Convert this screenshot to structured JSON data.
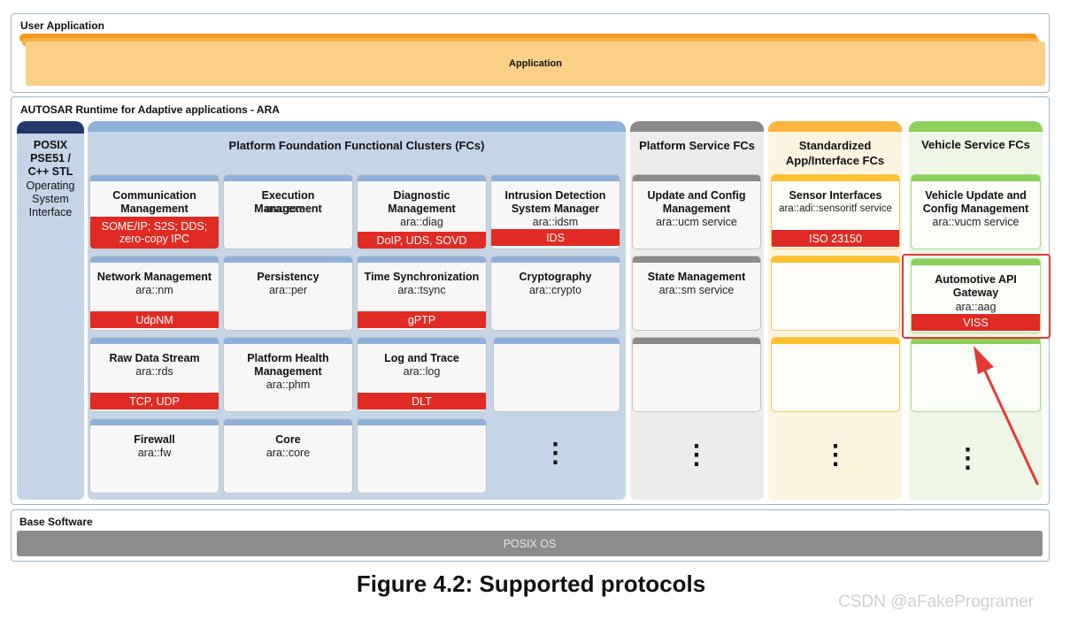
{
  "layers": {
    "user_application": "User Application",
    "application": "Application",
    "ara": "AUTOSAR Runtime for Adaptive applications - ARA",
    "base_software": "Base Software",
    "posix_os": "POSIX OS"
  },
  "posix": {
    "title": "POSIX PSE51 / C++ STL",
    "sub": "Operating System Interface"
  },
  "columns": {
    "foundation": "Platform Foundation Functional Clusters (FCs)",
    "service": "Platform Service FCs",
    "standardized": "Standardized App/Interface FCs",
    "vehicle": "Vehicle Service FCs"
  },
  "foundation_fcs": [
    {
      "title": "Communication Management",
      "sub": "",
      "proto": "SOME/IP; S2S; DDS; zero-copy IPC"
    },
    {
      "title": "Execution Management",
      "sub": "ara::exec",
      "proto": ""
    },
    {
      "title": "Diagnostic Management",
      "sub": "ara::diag",
      "proto": "DoIP, UDS, SOVD"
    },
    {
      "title": "Intrusion Detection System Manager",
      "sub": "ara::idsm",
      "proto": "IDS"
    },
    {
      "title": "Network Management",
      "sub": "ara::nm",
      "proto": "UdpNM"
    },
    {
      "title": "Persistency",
      "sub": "ara::per",
      "proto": ""
    },
    {
      "title": "Time Synchronization",
      "sub": "ara::tsync",
      "proto": "gPTP"
    },
    {
      "title": "Cryptography",
      "sub": "ara::crypto",
      "proto": ""
    },
    {
      "title": "Raw Data Stream",
      "sub": "ara::rds",
      "proto": "TCP, UDP"
    },
    {
      "title": "Platform Health Management",
      "sub": "ara::phm",
      "proto": ""
    },
    {
      "title": "Log and Trace",
      "sub": "ara::log",
      "proto": "DLT"
    },
    {
      "title": "",
      "sub": "",
      "proto": ""
    },
    {
      "title": "Firewall",
      "sub": "ara::fw",
      "proto": ""
    },
    {
      "title": "Core",
      "sub": "ara::core",
      "proto": ""
    },
    {
      "title": "",
      "sub": "",
      "proto": ""
    }
  ],
  "service_fcs": [
    {
      "title": "Update and Config Management",
      "sub": "ara::ucm service"
    },
    {
      "title": "State Management",
      "sub": "ara::sm service"
    },
    {
      "title": "",
      "sub": ""
    }
  ],
  "standardized_fcs": [
    {
      "title": "Sensor Interfaces",
      "sub": "ara::adi::sensoritf service",
      "proto": "ISO 23150"
    },
    {
      "title": "",
      "sub": "",
      "proto": ""
    },
    {
      "title": "",
      "sub": "",
      "proto": ""
    }
  ],
  "vehicle_fcs": [
    {
      "title": "Vehicle Update and Config Management",
      "sub": "ara::vucm service",
      "proto": ""
    },
    {
      "title": "Automotive API Gateway",
      "sub": "ara::aag",
      "proto": "VISS"
    },
    {
      "title": "",
      "sub": "",
      "proto": ""
    }
  ],
  "more_marker": "⋮",
  "caption": "Figure 4.2: Supported protocols",
  "watermark": "CSDN @aFakeProgramer",
  "colors": {
    "foundation_bg": "#c5d5e8",
    "foundation_head": "#8fb0d8",
    "service_bg": "#ececec",
    "service_head": "#8a8a8a",
    "standardized_bg": "#fdf4e0",
    "standardized_head": "#fbb53c",
    "vehicle_bg": "#eef6e6",
    "vehicle_head": "#8ccf5a",
    "posix_head": "#213a6b",
    "protocol_red": "#e02b25",
    "highlight": "#e53935",
    "app_orange": "#fdd08a",
    "base_bar": "#8c8c8c"
  }
}
